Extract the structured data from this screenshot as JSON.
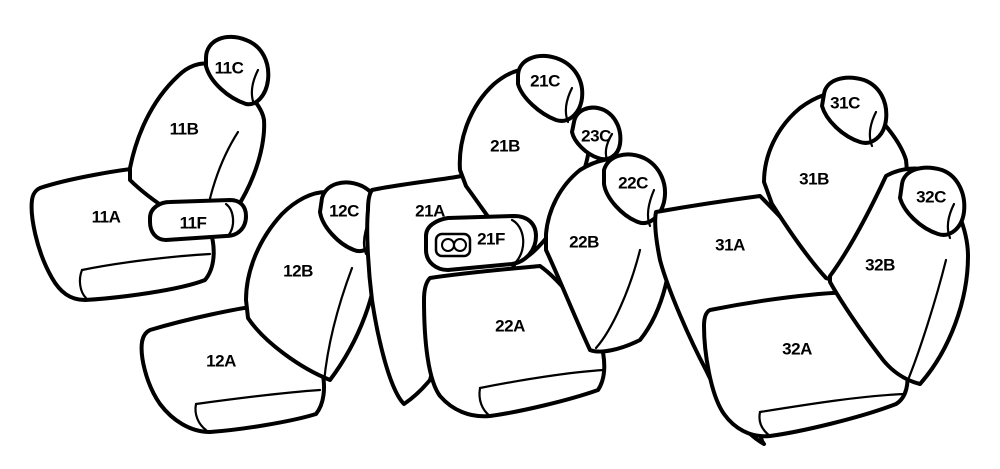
{
  "diagram": {
    "line_color": "#000000",
    "background": "#ffffff",
    "parts": {
      "p11C": "11C",
      "p11B": "11B",
      "p11A": "11A",
      "p11F": "11F",
      "p12C": "12C",
      "p12B": "12B",
      "p12A": "12A",
      "p21C": "21C",
      "p21B": "21B",
      "p21A": "21A",
      "p21F": "21F",
      "p22C": "22C",
      "p22B": "22B",
      "p22A": "22A",
      "p23C": "23C",
      "p31C": "31C",
      "p31B": "31B",
      "p31A": "31A",
      "p32C": "32C",
      "p32B": "32B",
      "p32A": "32A"
    }
  }
}
